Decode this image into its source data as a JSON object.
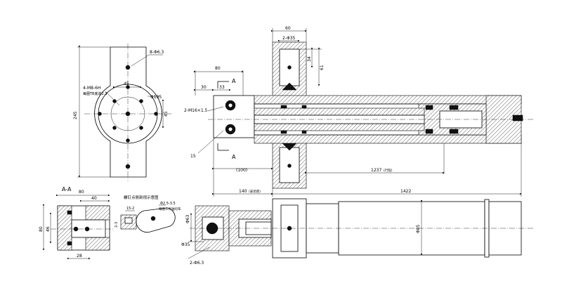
{
  "labels": {
    "holes_top": "8-Φ6.3",
    "bolt_threads": "4-M8-6H",
    "bolt_note": "每圈TB底道2.3",
    "dim_45_top": "45",
    "dim_phi105": "Φ105",
    "dim_45_right": "45",
    "dim_245": "245",
    "section_aa_title": "A-A",
    "aa_80_top": "80",
    "aa_40": "40",
    "aa_80_left": "80",
    "aa_46": "46",
    "aa_28": "28",
    "detail_title": "螺钉点侧剖视示意图",
    "detail_15_2": "15-2",
    "detail_phi25": "Φ2.5-3.5",
    "detail_note": "每圈工件轴均布",
    "detail_2_3": "2-3",
    "port_80": "80",
    "port_30": "30",
    "port_33": "33",
    "marker_a_top": "A",
    "marker_a_bot": "A",
    "port_thread": "2-M16×1.5",
    "port_15": "15",
    "dim_100": "(100)",
    "flange_60": "60",
    "flange_2phi35": "2-Φ35",
    "flange_34": "34",
    "flange_61": "61",
    "stroke_1237": "1237",
    "stroke_note": "(行程)",
    "dim_140": "140",
    "dim_140_note": "(安装距)",
    "dim_1422": "1422",
    "bot_phi85": "Φ85",
    "bot_phi63": "Φ63",
    "bot_phi35": "Φ35",
    "bot_2phi63": "2-Φ6.3"
  }
}
